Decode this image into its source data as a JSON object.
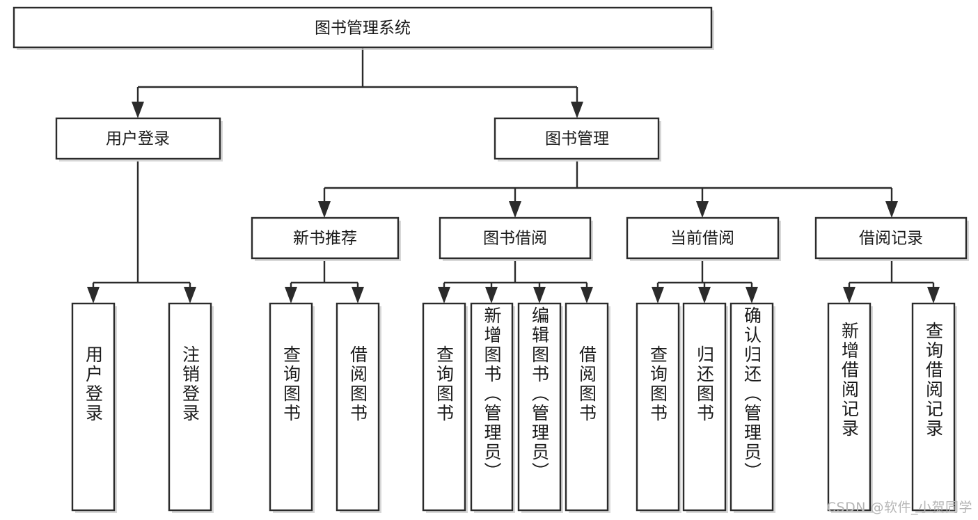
{
  "diagram": {
    "type": "tree-hierarchy-chart",
    "title": "图书管理系统",
    "orientation": "top-down",
    "colors": {
      "stroke": "#2b2b2b",
      "fill": "#ffffff",
      "text": "#1a1a1a",
      "shadow": "#c9c9c9",
      "watermark": "#b5b5b5"
    },
    "root": {
      "label": "图书管理系统"
    },
    "level2": [
      {
        "label": "用户登录"
      },
      {
        "label": "图书管理"
      }
    ],
    "level3": [
      {
        "label": "新书推荐"
      },
      {
        "label": "图书借阅"
      },
      {
        "label": "当前借阅"
      },
      {
        "label": "借阅记录"
      }
    ],
    "leaves": {
      "user_login": [
        {
          "label": "用户登录"
        },
        {
          "label": "注销登录"
        }
      ],
      "new_book_recommend": [
        {
          "label": "查询图书"
        },
        {
          "label": "借阅图书"
        }
      ],
      "book_borrow": [
        {
          "label": "查询图书"
        },
        {
          "label": "新增图书（管理员）"
        },
        {
          "label": "编辑图书（管理员）"
        },
        {
          "label": "借阅图书"
        }
      ],
      "current_borrow": [
        {
          "label": "查询图书"
        },
        {
          "label": "归还图书"
        },
        {
          "label": "确认归还（管理员）"
        }
      ],
      "borrow_record": [
        {
          "label": "新增借阅记录"
        },
        {
          "label": "查询借阅记录"
        }
      ]
    }
  },
  "watermark": {
    "text": "CSDN @软件_小贺同学"
  }
}
